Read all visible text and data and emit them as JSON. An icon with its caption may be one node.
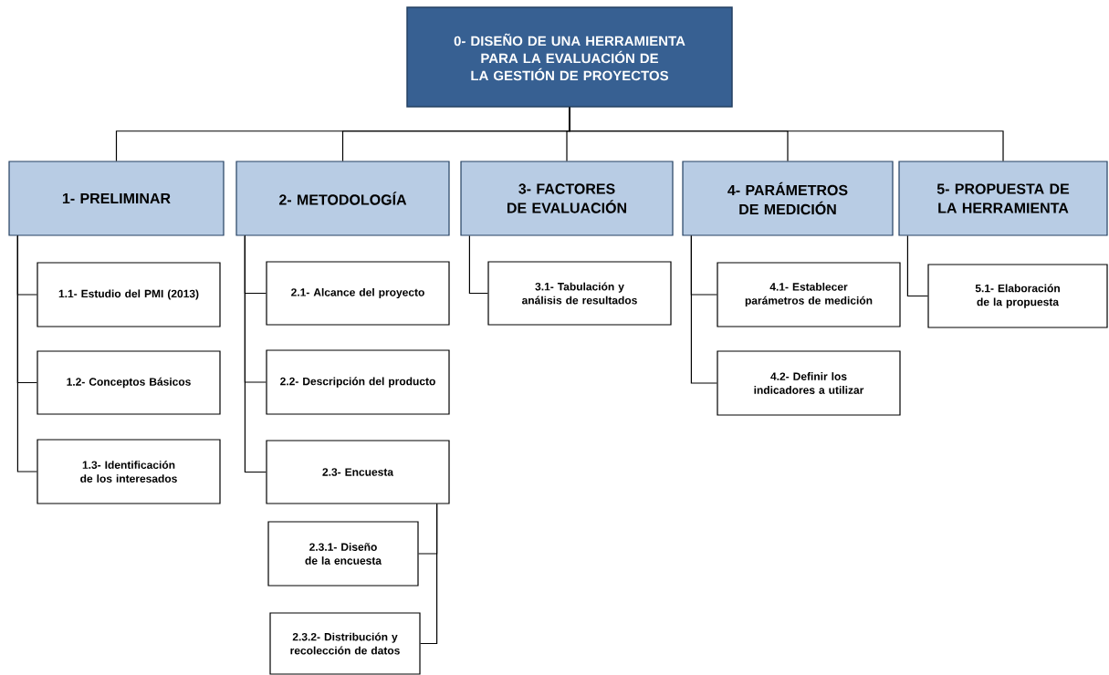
{
  "diagram": {
    "nodes": [
      {
        "text": [
          "0- DISEÑO DE UNA HERRAMIENTA PARA LA EVALUACIÓN DE LA GESTIÓN DE PROYECTOS"
        ]
      },
      {
        "text": [
          "1- PRELIMINAR"
        ]
      },
      {
        "text": [
          "2- METODOLOGÍA"
        ]
      },
      {
        "text": [
          "3- FACTORES DE EVALUACIÓN"
        ]
      },
      {
        "text": [
          "4- PARÁMETROS DE MEDICIÓN"
        ]
      },
      {
        "text": [
          "5- PROPUESTA DE LA HERRAMIENTA"
        ]
      },
      {
        "text": [
          "1.1- Estudio del PMI (2013)"
        ]
      },
      {
        "text": [
          "1.2- Conceptos Básicos"
        ]
      },
      {
        "text": [
          "1.3- Identificación de los interesados"
        ]
      },
      {
        "text": [
          "2.1- Alcance del proyecto"
        ]
      },
      {
        "text": [
          "2.2- Descripción del producto"
        ]
      },
      {
        "text": [
          "2.3- Encuesta"
        ]
      },
      {
        "text": [
          "2.3.1- Diseño de la encuesta"
        ]
      },
      {
        "text": [
          "2.3.2- Distribución y recolección de datos"
        ]
      },
      {
        "text": [
          "3.1- Tabulación y análisis de resultados"
        ]
      },
      {
        "text": [
          "4.1- Establecer parámetros de medición"
        ]
      },
      {
        "text": [
          "4.2- Definir los indicadores a utilizar"
        ]
      },
      {
        "text": [
          "5.1- Elaboración de la propuesta"
        ]
      }
    ],
    "edges": [
      {
        "from": 0,
        "to": 1,
        "arrow": "none"
      },
      {
        "from": 0,
        "to": 2,
        "arrow": "none"
      },
      {
        "from": 0,
        "to": 3,
        "arrow": "none"
      },
      {
        "from": 0,
        "to": 4,
        "arrow": "none"
      },
      {
        "from": 0,
        "to": 5,
        "arrow": "none"
      },
      {
        "from": 1,
        "to": 6,
        "arrow": "none"
      },
      {
        "from": 1,
        "to": 7,
        "arrow": "none"
      },
      {
        "from": 1,
        "to": 8,
        "arrow": "none"
      },
      {
        "from": 2,
        "to": 9,
        "arrow": "none"
      },
      {
        "from": 2,
        "to": 10,
        "arrow": "none"
      },
      {
        "from": 2,
        "to": 11,
        "arrow": "none"
      },
      {
        "from": 11,
        "to": 12,
        "arrow": "none"
      },
      {
        "from": 11,
        "to": 13,
        "arrow": "none"
      },
      {
        "from": 3,
        "to": 14,
        "arrow": "none"
      },
      {
        "from": 4,
        "to": 15,
        "arrow": "none"
      },
      {
        "from": 4,
        "to": 16,
        "arrow": "none"
      },
      {
        "from": 5,
        "to": 17,
        "arrow": "none"
      }
    ]
  }
}
